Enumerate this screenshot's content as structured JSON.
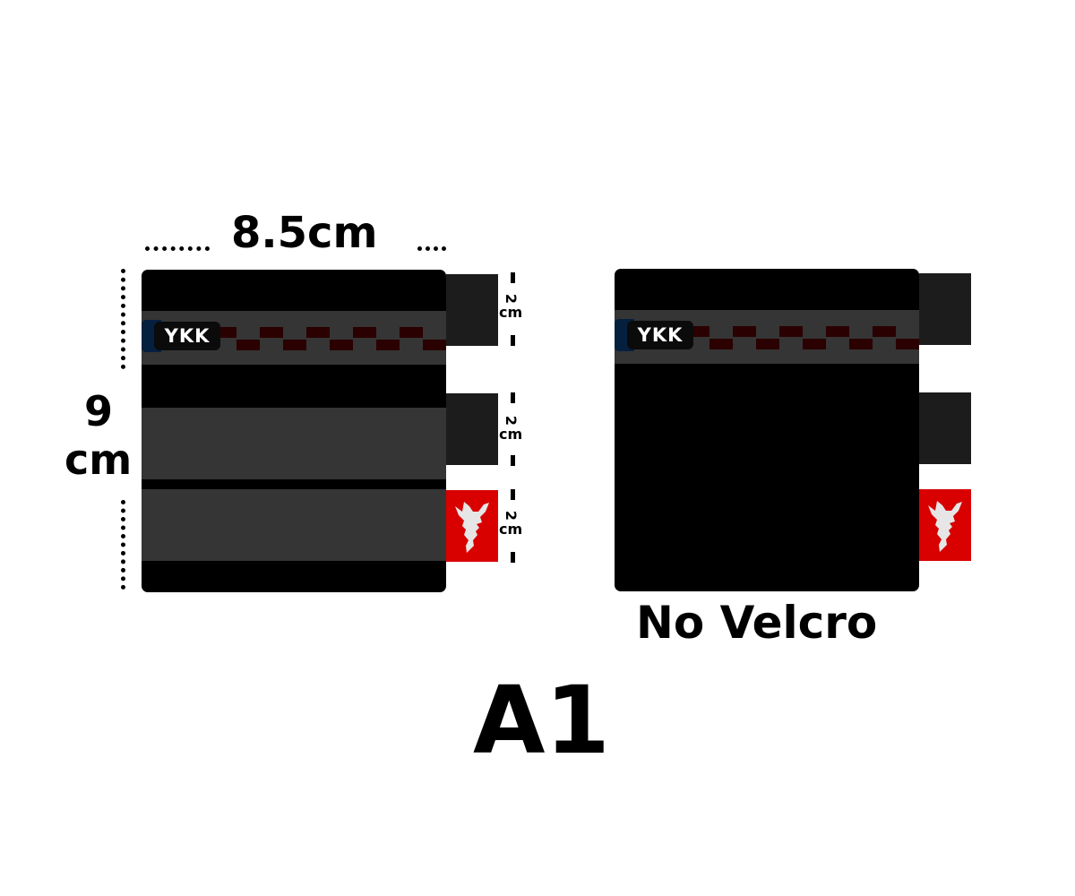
{
  "dimensions": {
    "width_label": "8.5cm",
    "height_number": "9",
    "height_unit": "cm",
    "tab_number": "2",
    "tab_unit": "cm"
  },
  "zipper_brand": "YKK",
  "right_pouch_caption": "No Velcro",
  "model_label": "A1",
  "colors": {
    "pouch": "#000000",
    "band": "#353535",
    "tab_dark": "#1c1c1c",
    "tab_red": "#d90000",
    "zipper_teeth": "#2a0000",
    "puller": "#05203f"
  },
  "icons": {
    "logo": "horned-head-logo"
  }
}
